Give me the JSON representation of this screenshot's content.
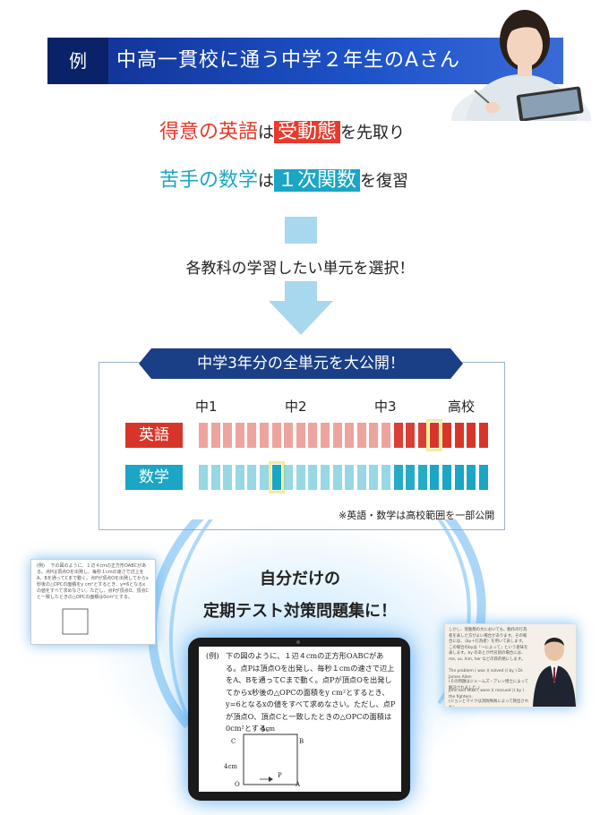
{
  "banner": {
    "tag": "例",
    "title": "中高一貫校に通う中学２年生のAさん"
  },
  "line1": {
    "prefix": "得意の英語",
    "particle": "は",
    "highlight": "受動態",
    "suffix": "を先取り"
  },
  "line2": {
    "prefix": "苦手の数学",
    "particle": "は",
    "highlight": "１次関数",
    "suffix": "を復習"
  },
  "select_text": "各教科の学習したい単元を選択！",
  "panel": {
    "title": "中学3年分の全単元を大公開！",
    "grades": [
      "中1",
      "中2",
      "中3",
      "高校"
    ],
    "rows": [
      {
        "label": "英語",
        "color": "#d8352a",
        "selected_index": 19
      },
      {
        "label": "数学",
        "color": "#1aa6c4",
        "selected_index": 6
      }
    ],
    "note": "※英語・数学は高校範囲を一部公開"
  },
  "subtitle": {
    "line1": "自分だけの",
    "line2": "定期テスト対策問題集に！"
  },
  "small_doc": {
    "text": "(例) 　下の図のように、１辺４cmの正方形OABCがある。点Pは頂点Oを出発し、毎秒１cmの速さで辺上をA、Bを通ってCまで動く。点Pが頂点Oを出発してからx秒後の△OPCの面積をy cm²とするとき、y=6となるxの値をすべて求めなさい。ただし、点Pが頂点O、頂点Cと一致したときの△OPCの面積は0cm²とする。"
  },
  "tablet": {
    "label": "(例)",
    "text": "下の図のように、１辺４cmの正方形OABCがある。点Pは頂点Oを出発し、毎秒１cmの速さで辺上をA、Bを通ってCまで動く。点Pが頂点Oを出発してからx秒後の△OPCの面積をy cm²とするとき、y=6となるxの値をすべて求めなさい。ただし、点Pが頂点O、頂点Cと一致したときの△OPCの面積は0cm²とする。",
    "fig": {
      "top_label": "4cm",
      "side_label": "4cm",
      "c": "C",
      "b": "B",
      "o": "O",
      "a": "A",
      "p": "P"
    }
  },
  "video": {
    "text1": "しかし、受動態の文においても、動作の行為者を表した方がよい場合があります。その場合には、〈by＋行為者〉を用いて表します。この場合のbyは「～によって」という意味を表します。by のあとが代名詞の場合には、me, us, him, her などの目的格にします。",
    "ex1": "The problem  ( was )( solved )( by ) Dr. James Allen",
    "ex1_jp": "(その問題はジェームズ・アレン博士によって解決されました。)",
    "ex2": "John and Mike ( were )( rescued )( by ) the fighters.",
    "ex2_jp": "(ジョンとマイクは消防隊員によって救出された)"
  },
  "colors": {
    "english": "#e8392b",
    "math": "#1aa6c4",
    "banner": "#1d52c8",
    "arrow": "#a8d8ee"
  }
}
